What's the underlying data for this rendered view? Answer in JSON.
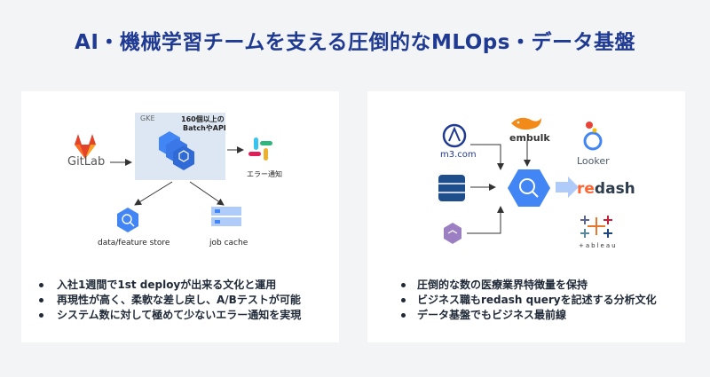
{
  "title": "AI・機械学習チームを支える圧倒的なMLOps・データ基盤",
  "left": {
    "gitlab": "GitLab",
    "gke": "GKE",
    "gke_note_1": "160個以上の",
    "gke_note_2": "BatchやAPI",
    "slack": "エラー通知",
    "store": "data/feature store",
    "cache": "job cache",
    "bullets": [
      "入社1週間で1st deployが出来る文化と運用",
      "再現性が高く、柔軟な差し戻し、A/Bテストが可能",
      "システム数に対して極めて少ないエラー通知を実現"
    ]
  },
  "right": {
    "m3": "m3.com",
    "embulk": "embulk",
    "looker": "Looker",
    "redash_1": "re",
    "redash_2": "dash",
    "tableau": "+ableau",
    "bullets": [
      "圧倒的な数の医療業界特徴量を保持",
      "ビジネス職もredash queryを記述する分析文化",
      "データ基盤でもビジネス最前線"
    ]
  },
  "colors": {
    "title": "#1f3a93",
    "gcp_blue": "#4285f4",
    "gitlab": "#e24329"
  }
}
